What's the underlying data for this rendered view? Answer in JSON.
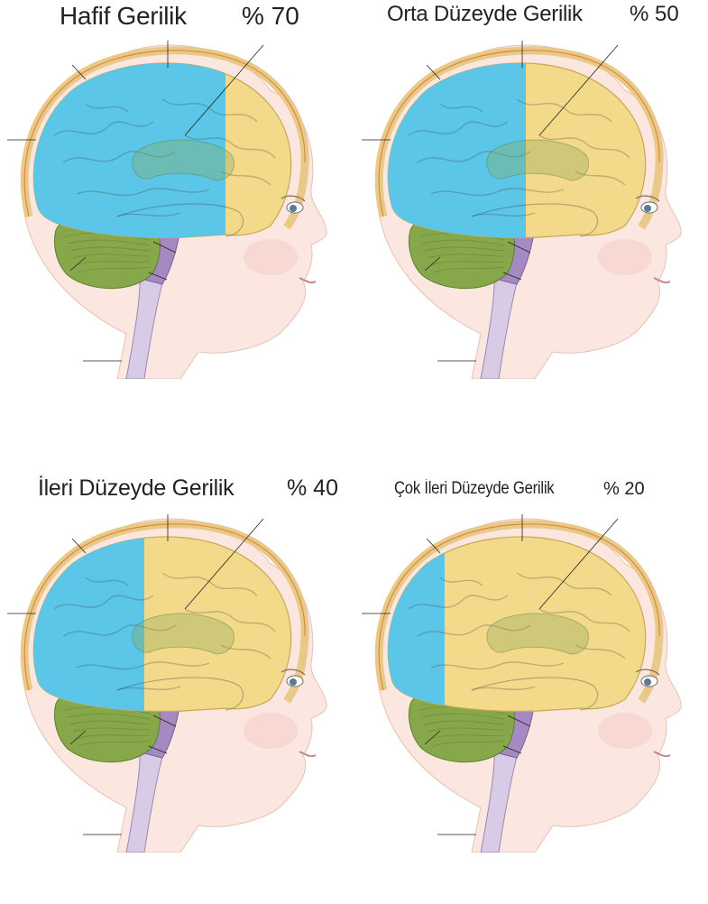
{
  "panels": [
    {
      "title": "Hafif Gerilik",
      "percent": "% 70",
      "remaining_fraction": 0.7
    },
    {
      "title": "Orta Düzeyde Gerilik",
      "percent": "%  50",
      "remaining_fraction": 0.5
    },
    {
      "title": "İleri Düzeyde Gerilik",
      "percent": "% 40",
      "remaining_fraction": 0.4
    },
    {
      "title": "Çok İleri Düzeyde Gerilik",
      "percent": "%  20",
      "remaining_fraction": 0.2
    }
  ],
  "colors": {
    "cortex_blue": "#5bc6e8",
    "cortex_yellow": "#f3d98a",
    "cerebellum_green": "#86a84a",
    "brainstem_purple": "#a58ac2",
    "skin": "#fbe7df",
    "skull": "#e9c98a"
  }
}
